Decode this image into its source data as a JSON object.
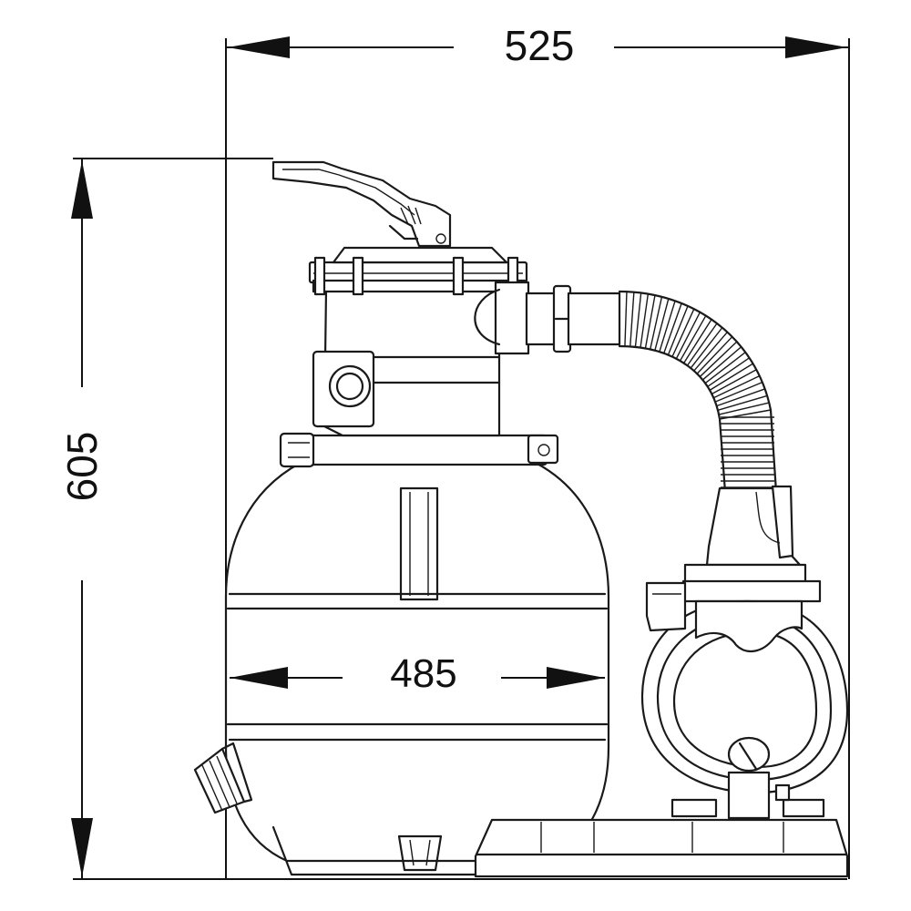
{
  "dimensions": {
    "overall_width": "525",
    "overall_height": "605",
    "tank_diameter": "485"
  },
  "colors": {
    "line": "#1a1a1a",
    "background": "#ffffff"
  }
}
